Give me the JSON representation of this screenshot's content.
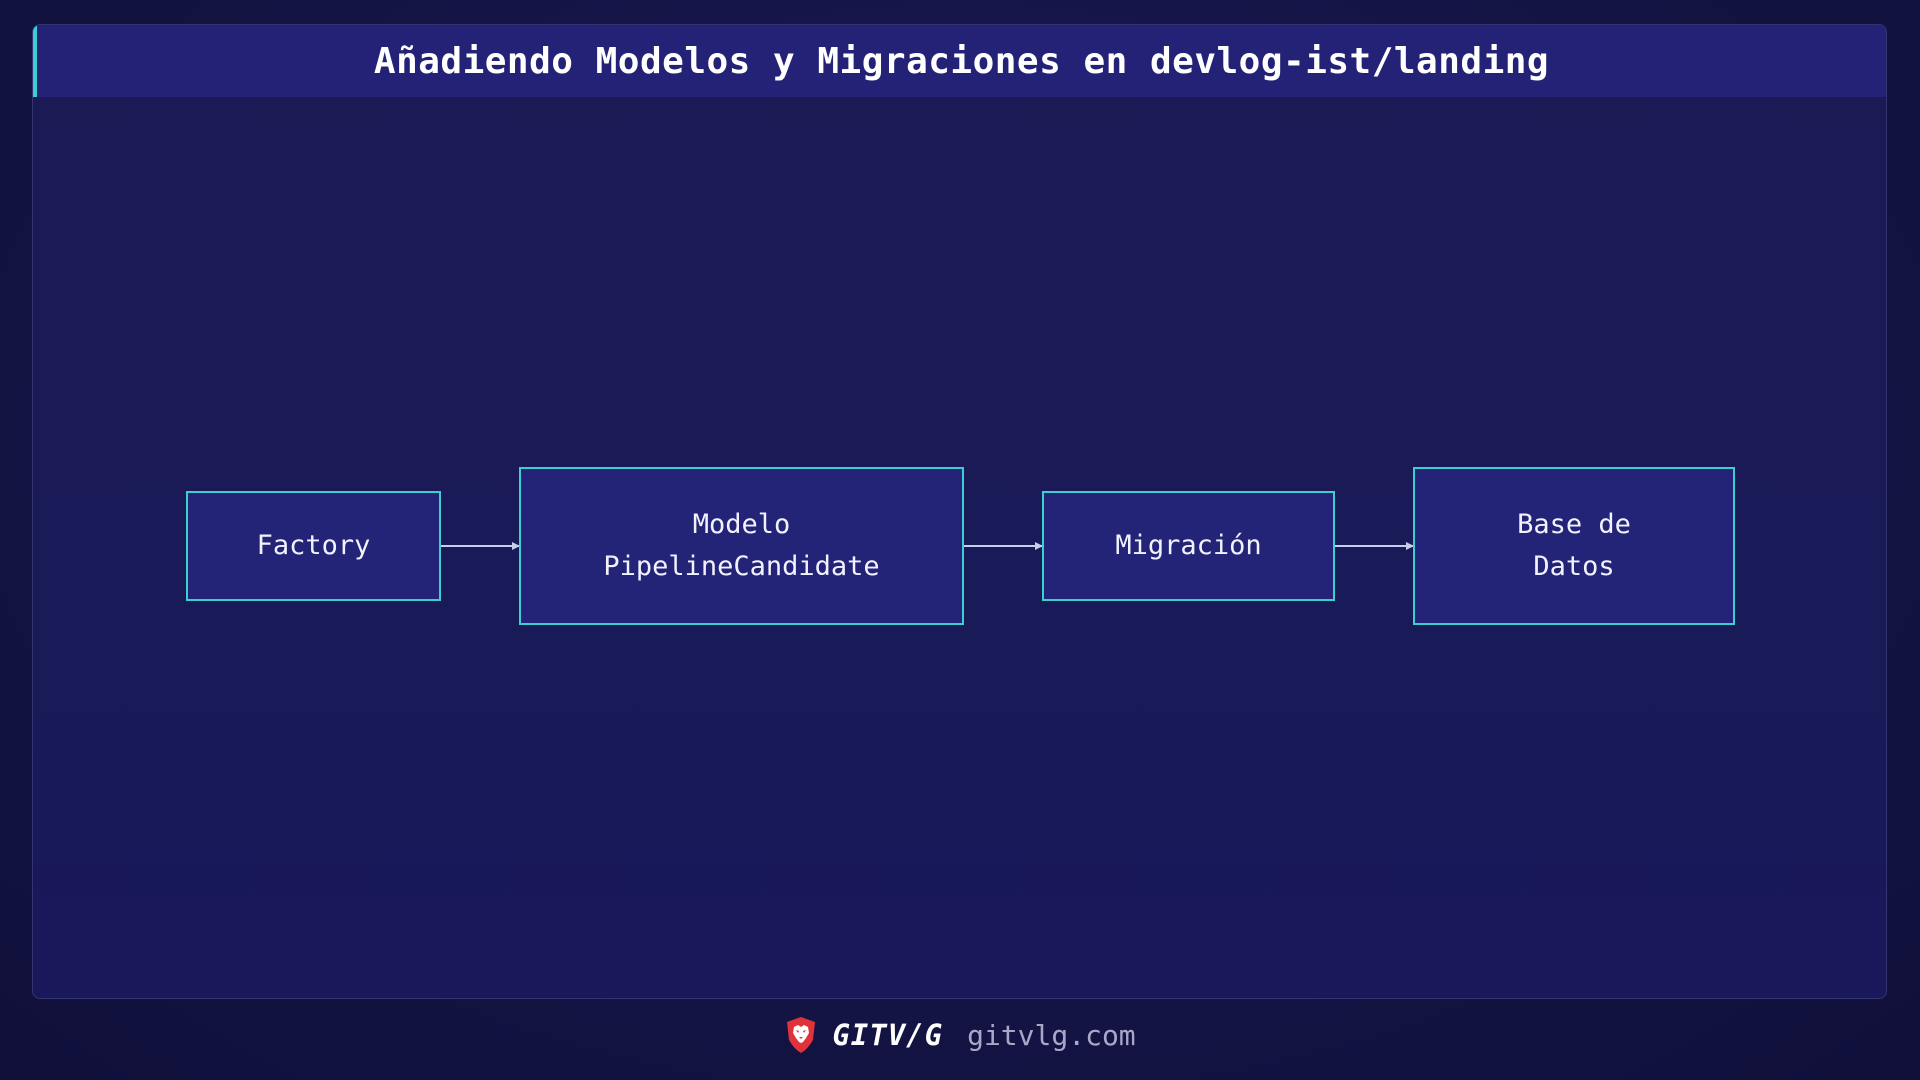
{
  "title": "Añadiendo Modelos y Migraciones en devlog-ist/landing",
  "diagram": {
    "nodes": [
      {
        "id": "factory",
        "lines": [
          "Factory"
        ]
      },
      {
        "id": "modelo",
        "lines": [
          "Modelo",
          "PipelineCandidate"
        ]
      },
      {
        "id": "migracion",
        "lines": [
          "Migración"
        ]
      },
      {
        "id": "base",
        "lines": [
          "Base de",
          "Datos"
        ]
      }
    ],
    "edges": [
      {
        "from": "factory",
        "to": "modelo"
      },
      {
        "from": "modelo",
        "to": "migracion"
      },
      {
        "from": "migracion",
        "to": "base"
      }
    ]
  },
  "footer": {
    "brand": "GITV/G",
    "domain": "gitvlg.com",
    "logo_icon": "lion-shield-icon"
  },
  "colors": {
    "background": "#141445",
    "title_bar": "#232277",
    "accent": "#3ccfcf",
    "node_fill": "#232378",
    "logo_red": "#e0323a"
  }
}
